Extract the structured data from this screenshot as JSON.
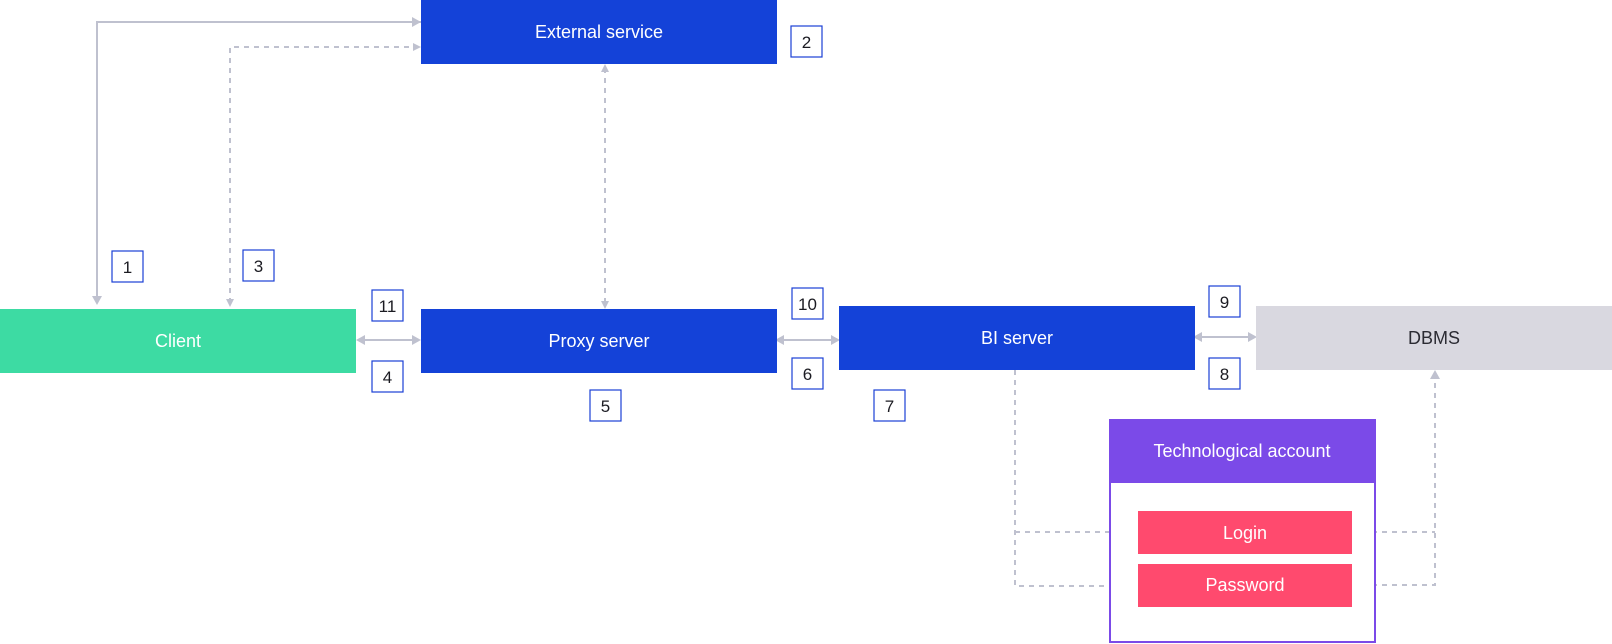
{
  "colors": {
    "blue": "#1442d8",
    "green": "#3ddba3",
    "grey": "#d9d8e0",
    "purple": "#7b4ae8",
    "pink": "#ff4a6e",
    "connector": "#bfc1cf",
    "badge_border": "#1a3fd6"
  },
  "nodes": {
    "external_service": "External service",
    "client": "Client",
    "proxy_server": "Proxy server",
    "bi_server": "BI server",
    "dbms": "DBMS",
    "tech_account": "Technological account",
    "login": "Login",
    "password": "Password"
  },
  "steps": [
    "1",
    "2",
    "3",
    "4",
    "5",
    "6",
    "7",
    "8",
    "9",
    "10",
    "11"
  ]
}
